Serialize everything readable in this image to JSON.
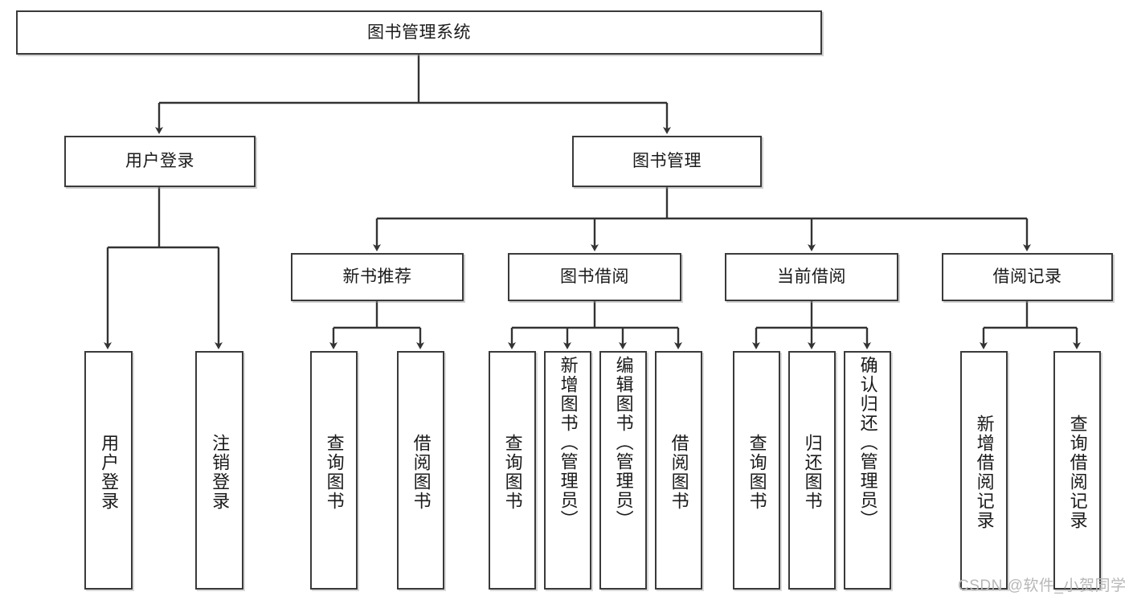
{
  "diagram": {
    "type": "hierarchy-tree",
    "title_node": {
      "label": "图书管理系统"
    },
    "level2": [
      {
        "id": "user-login",
        "label": "用户登录"
      },
      {
        "id": "book-management",
        "label": "图书管理"
      }
    ],
    "level3": [
      {
        "id": "new-book-recommend",
        "label": "新书推荐",
        "parent": "book-management"
      },
      {
        "id": "book-borrow",
        "label": "图书借阅",
        "parent": "book-management"
      },
      {
        "id": "current-borrow",
        "label": "当前借阅",
        "parent": "book-management"
      },
      {
        "id": "borrow-record",
        "label": "借阅记录",
        "parent": "book-management"
      }
    ],
    "leaves": [
      {
        "id": "leaf-user-login",
        "label": "用户登录",
        "parent": "user-login"
      },
      {
        "id": "leaf-logout-login",
        "label": "注销登录",
        "parent": "user-login"
      },
      {
        "id": "leaf-query-book-1",
        "label": "查询图书",
        "parent": "new-book-recommend"
      },
      {
        "id": "leaf-borrow-book-1",
        "label": "借阅图书",
        "parent": "new-book-recommend"
      },
      {
        "id": "leaf-query-book-2",
        "label": "查询图书",
        "parent": "book-borrow"
      },
      {
        "id": "leaf-add-book",
        "label": "新增图书（管理员）",
        "parent": "book-borrow"
      },
      {
        "id": "leaf-edit-book",
        "label": "编辑图书（管理员）",
        "parent": "book-borrow"
      },
      {
        "id": "leaf-borrow-book-2",
        "label": "借阅图书",
        "parent": "book-borrow"
      },
      {
        "id": "leaf-query-book-3",
        "label": "查询图书",
        "parent": "current-borrow"
      },
      {
        "id": "leaf-return-book",
        "label": "归还图书",
        "parent": "current-borrow"
      },
      {
        "id": "leaf-confirm-return",
        "label": "确认归还（管理员）",
        "parent": "current-borrow"
      },
      {
        "id": "leaf-add-borrow-record",
        "label": "新增借阅记录",
        "parent": "borrow-record"
      },
      {
        "id": "leaf-query-borrow-record",
        "label": "查询借阅记录",
        "parent": "borrow-record"
      }
    ],
    "colors": {
      "box_border": "#3a3a3a",
      "box_fill": "#ffffff",
      "connector": "#333333",
      "text": "#1a1a1a",
      "watermark": "#b7b7b7",
      "background": "#ffffff"
    }
  },
  "watermark": {
    "text": "CSDN @软件_小贺同学"
  }
}
